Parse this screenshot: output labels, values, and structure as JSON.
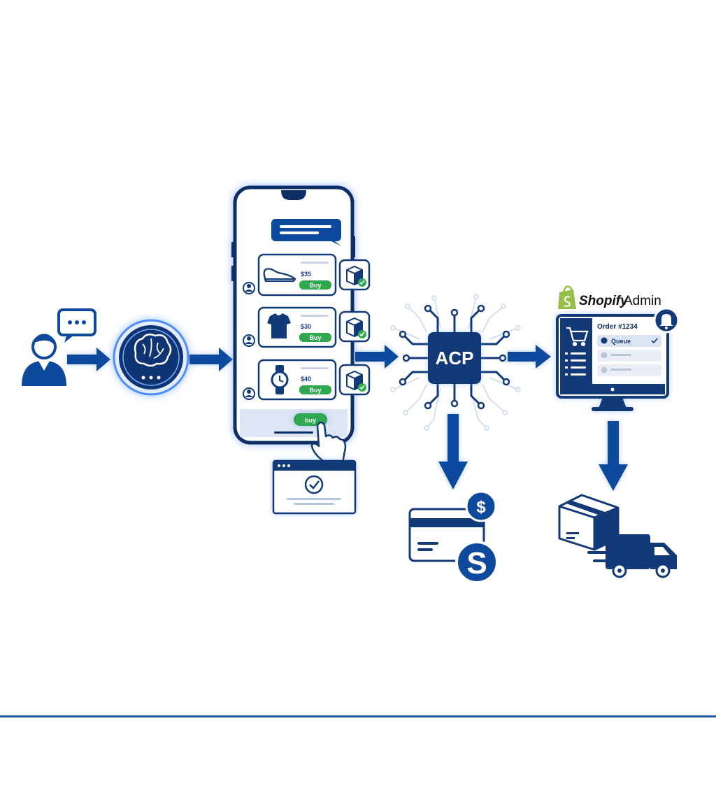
{
  "colors": {
    "primary": "#0d4a9e",
    "dark": "#123a78",
    "accent_green": "#2fa84f",
    "circuit_light": "#c8d7ee",
    "shopify_green": "#95bf47"
  },
  "phone": {
    "products": [
      {
        "icon": "sneaker-icon",
        "price": "$35",
        "button": "Buy"
      },
      {
        "icon": "tshirt-icon",
        "price": "$30",
        "button": "Buy"
      },
      {
        "icon": "watch-icon",
        "price": "$40",
        "button": "Buy"
      }
    ],
    "checkout_button": "buy"
  },
  "acp": {
    "label": "ACP"
  },
  "shopify": {
    "brand": "Shopify",
    "suffix": "Admin",
    "order_title": "Order #1234",
    "queue_label": "Queue"
  },
  "payment": {
    "dollar_symbol": "$",
    "processor_letter": "S"
  }
}
